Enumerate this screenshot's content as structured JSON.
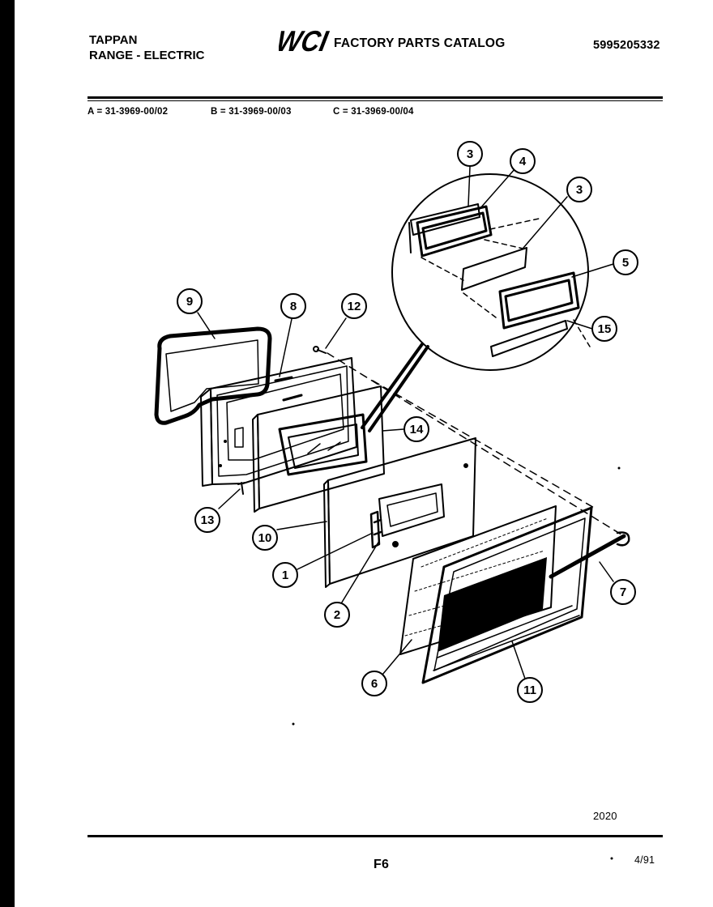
{
  "header": {
    "brand": "TAPPAN",
    "product": "RANGE - ELECTRIC",
    "logo_text": "WCI",
    "catalog_title": "FACTORY PARTS CATALOG",
    "catalog_number": "5995205332"
  },
  "models": [
    {
      "text": "A = 31-3969-00/02"
    },
    {
      "text": "B = 31-3969-00/03"
    },
    {
      "text": "C = 31-3969-00/04"
    }
  ],
  "callouts": [
    "3",
    "4",
    "3",
    "5",
    "15",
    "9",
    "8",
    "12",
    "14",
    "13",
    "10",
    "1",
    "2",
    "6",
    "11",
    "7"
  ],
  "footer": {
    "code": "2020",
    "page": "F6",
    "date": "4/91"
  }
}
